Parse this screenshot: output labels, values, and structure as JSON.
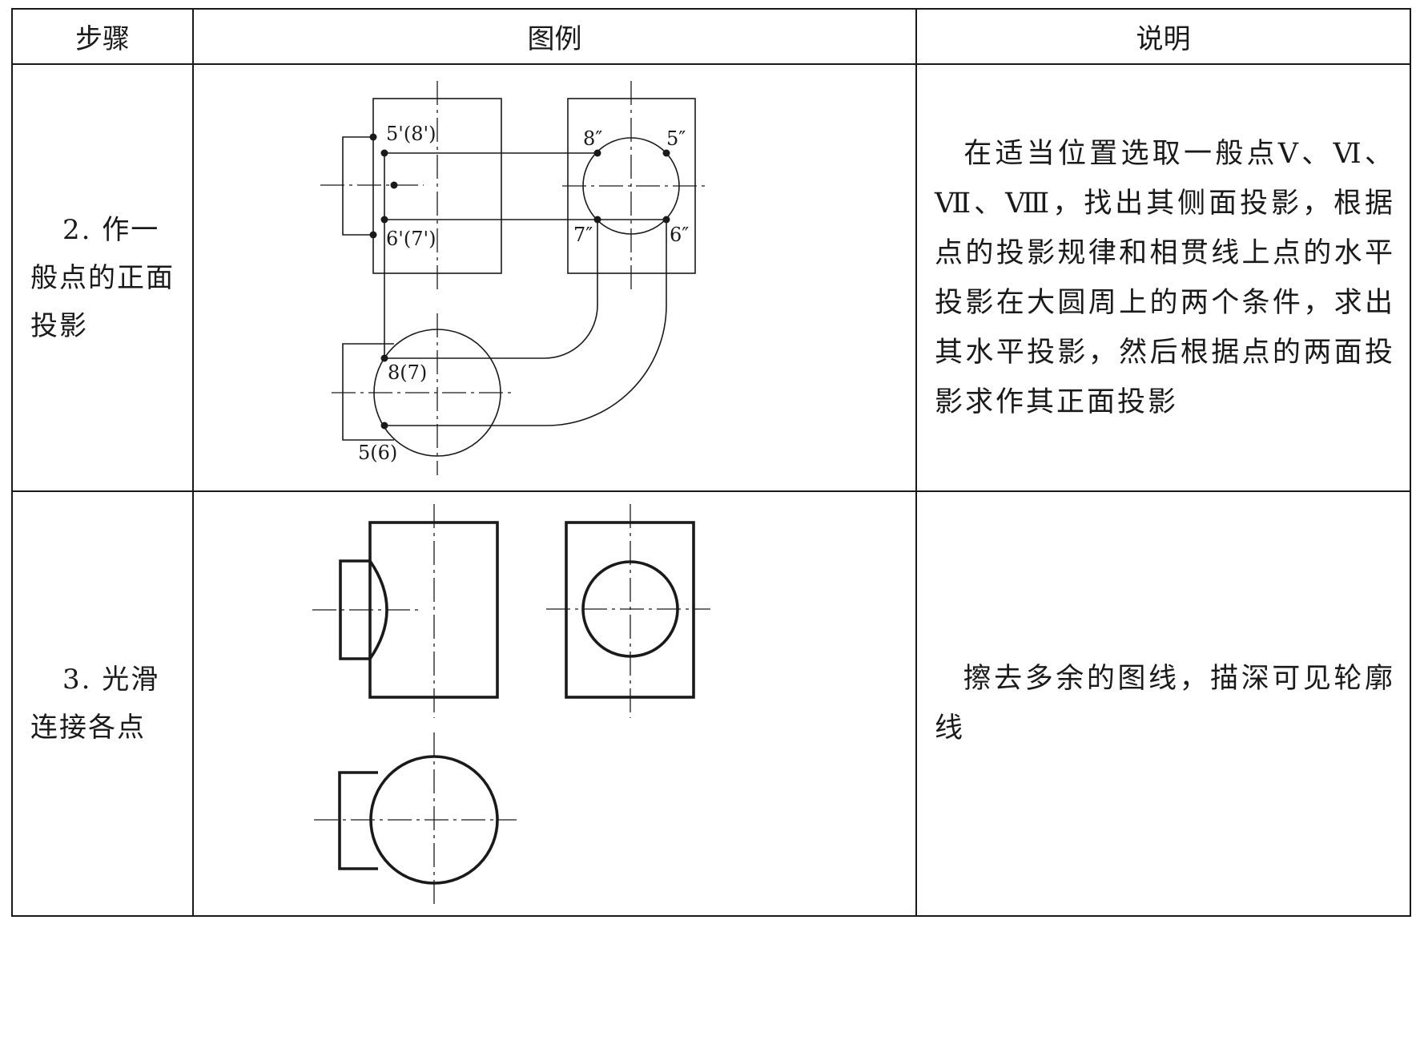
{
  "header": {
    "col_step": "步骤",
    "col_figure": "图例",
    "col_desc": "说明"
  },
  "rows": [
    {
      "step": "2. 作一般点的正面投影",
      "description": "在适当位置选取一般点Ⅴ、Ⅵ、Ⅶ、Ⅷ，找出其侧面投影，根据点的投影规律和相贯线上点的水平投影在大圆周上的两个条件，求出其水平投影，然后根据点的两面投影求作其正面投影",
      "labels": {
        "front_top": "5'(8')",
        "front_bottom": "6'(7')",
        "side_tl": "8″",
        "side_tr": "5″",
        "side_bl": "7″",
        "side_br": "6″",
        "plan_upper": "8(7)",
        "plan_lower": "5(6)"
      }
    },
    {
      "step": "3. 光滑连接各点",
      "description": "擦去多余的图线，描深可见轮廓线"
    }
  ]
}
